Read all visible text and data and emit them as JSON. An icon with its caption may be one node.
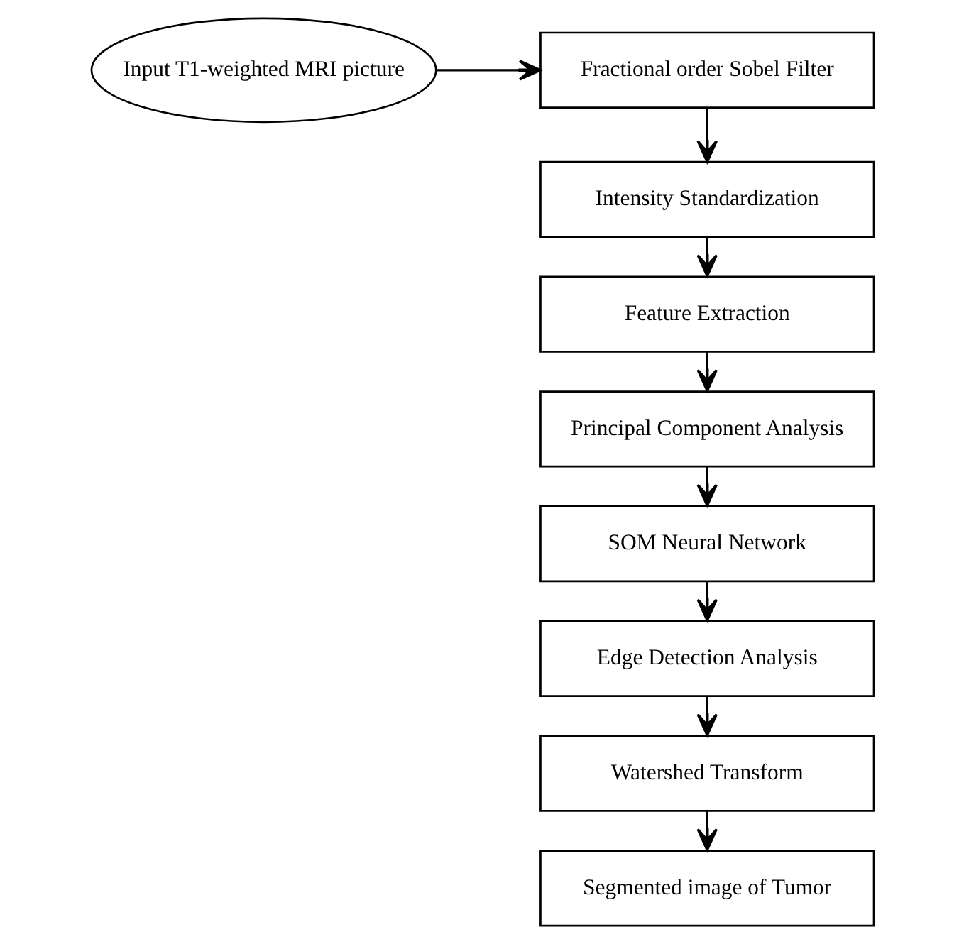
{
  "diagram": {
    "nodes": [
      {
        "text": [
          "Input T1-weighted MRI picture"
        ]
      },
      {
        "text": [
          "Fractional order Sobel Filter"
        ]
      },
      {
        "text": [
          "Intensity Standardization"
        ]
      },
      {
        "text": [
          "Feature Extraction"
        ]
      },
      {
        "text": [
          "Principal Component Analysis"
        ]
      },
      {
        "text": [
          "SOM Neural Network"
        ]
      },
      {
        "text": [
          "Edge Detection Analysis"
        ]
      },
      {
        "text": [
          "Watershed Transform"
        ]
      },
      {
        "text": [
          "Segmented image of Tumor"
        ]
      }
    ],
    "edges": [
      {
        "from": 0,
        "to": 1,
        "arrow": "to"
      },
      {
        "from": 1,
        "to": 2,
        "arrow": "to"
      },
      {
        "from": 2,
        "to": 3,
        "arrow": "to"
      },
      {
        "from": 3,
        "to": 4,
        "arrow": "to"
      },
      {
        "from": 4,
        "to": 5,
        "arrow": "to"
      },
      {
        "from": 5,
        "to": 6,
        "arrow": "to"
      },
      {
        "from": 6,
        "to": 7,
        "arrow": "to"
      },
      {
        "from": 7,
        "to": 8,
        "arrow": "to"
      }
    ]
  }
}
